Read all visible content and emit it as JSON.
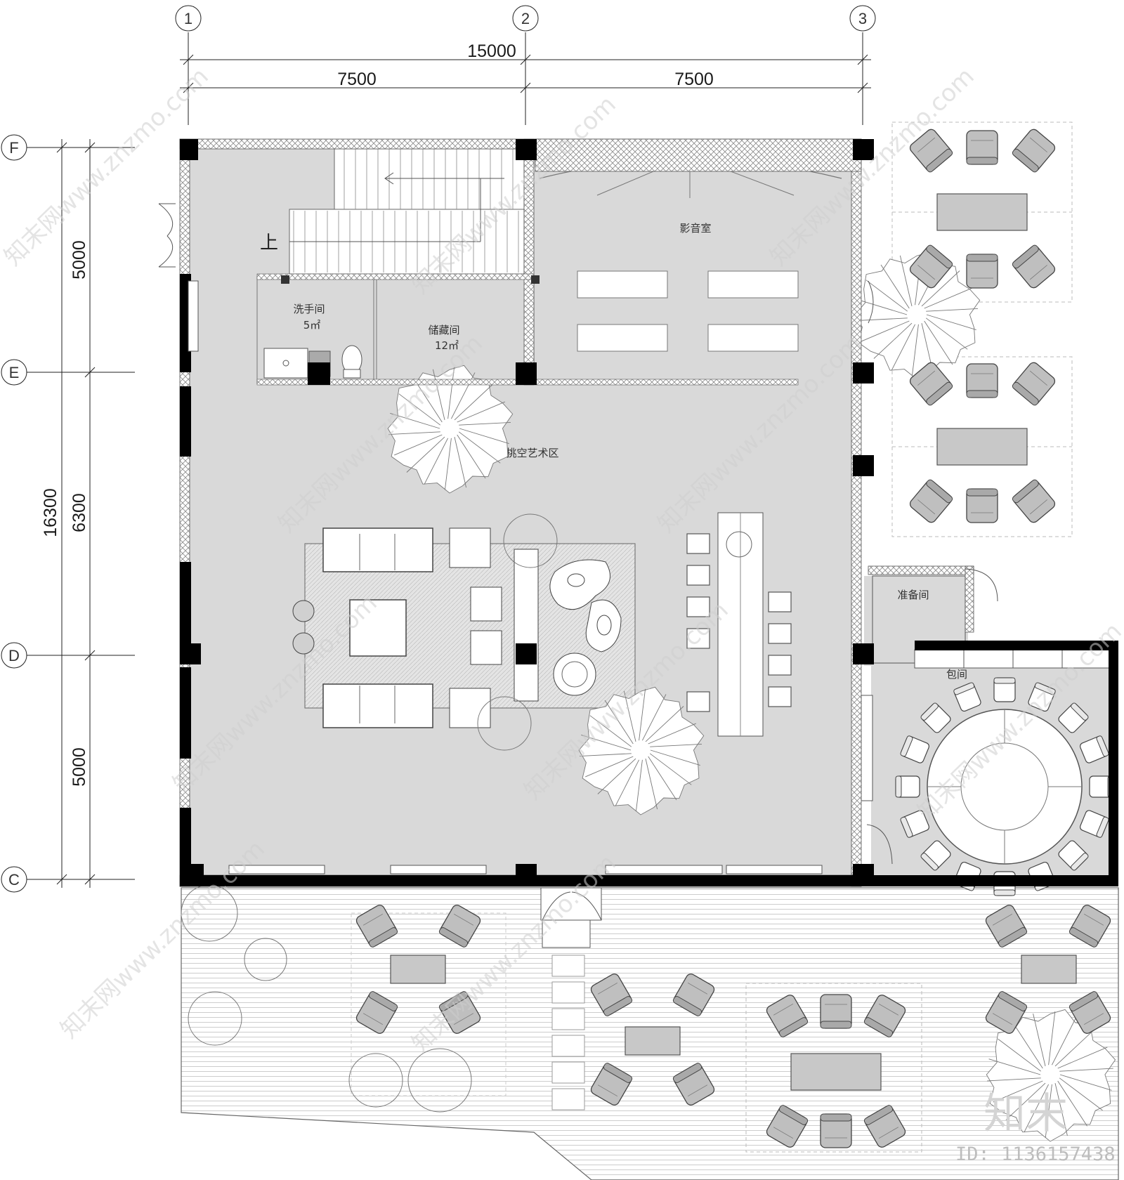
{
  "axes": {
    "columns": [
      "1",
      "2",
      "3"
    ],
    "rows": [
      "F",
      "E",
      "D",
      "C"
    ]
  },
  "dimensions": {
    "top_total": "15000",
    "top_left": "7500",
    "top_right": "7500",
    "left_total": "16300",
    "left_upper": "5000",
    "left_middle": "6300",
    "left_lower": "5000"
  },
  "rooms": {
    "stair_label": "上",
    "washroom": "洗手间",
    "washroom_area": "5㎡",
    "storage": "储藏间",
    "storage_area": "12㎡",
    "av_room": "影音室",
    "art_area": "挑空艺术区",
    "prep_room": "准备间",
    "private_room": "包间"
  },
  "watermark": {
    "site_text": "知末网www.znzmo.com",
    "logo_text": "知末",
    "id_text": "ID: 1136157438"
  },
  "colors": {
    "floor": "#d9d9d9",
    "wall": "#000000",
    "hatch": "#8a8a8a",
    "chair": "#bfbfbf"
  }
}
